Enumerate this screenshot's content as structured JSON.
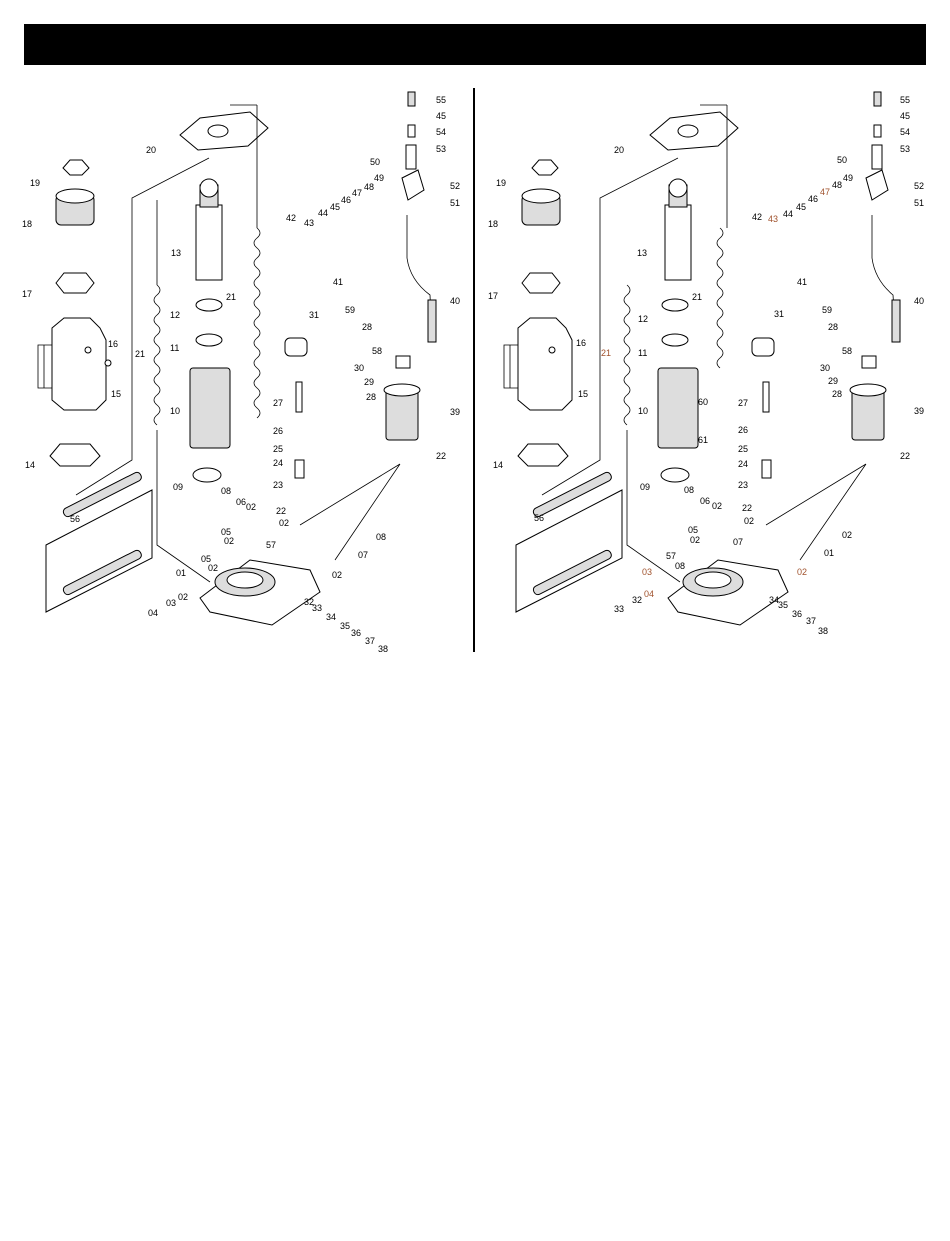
{
  "left": {
    "labels": [
      "55",
      "45",
      "54",
      "53",
      "50",
      "49",
      "52",
      "51",
      "48",
      "47",
      "46",
      "45",
      "44",
      "43",
      "42",
      "41",
      "40",
      "39",
      "22",
      "58",
      "59",
      "28",
      "31",
      "30",
      "29",
      "28",
      "27",
      "26",
      "25",
      "24",
      "23",
      "22",
      "02",
      "20",
      "19",
      "18",
      "17",
      "16",
      "15",
      "14",
      "13",
      "12",
      "11",
      "10",
      "09",
      "21",
      "21",
      "56",
      "08",
      "06",
      "02",
      "05",
      "02",
      "05",
      "02",
      "57",
      "08",
      "07",
      "02",
      "01",
      "02",
      "03",
      "04",
      "32",
      "33",
      "34",
      "35",
      "36",
      "37",
      "38"
    ]
  },
  "right": {
    "labels": [
      "55",
      "45",
      "54",
      "53",
      "50",
      "49",
      "52",
      "51",
      "48",
      "47",
      "46",
      "45",
      "44",
      "43",
      "42",
      "41",
      "40",
      "39",
      "22",
      "58",
      "59",
      "28",
      "31",
      "30",
      "29",
      "28",
      "27",
      "26",
      "25",
      "24",
      "23",
      "22",
      "02",
      "60",
      "61",
      "20",
      "19",
      "18",
      "17",
      "16",
      "15",
      "14",
      "13",
      "12",
      "11",
      "10",
      "09",
      "21",
      "21",
      "56",
      "08",
      "06",
      "02",
      "05",
      "02",
      "57",
      "08",
      "07",
      "02",
      "01",
      "02",
      "03",
      "04",
      "32",
      "33",
      "34",
      "35",
      "36",
      "37",
      "38"
    ]
  },
  "colors": {
    "header": "#000000",
    "highlight": "#a0522d"
  }
}
